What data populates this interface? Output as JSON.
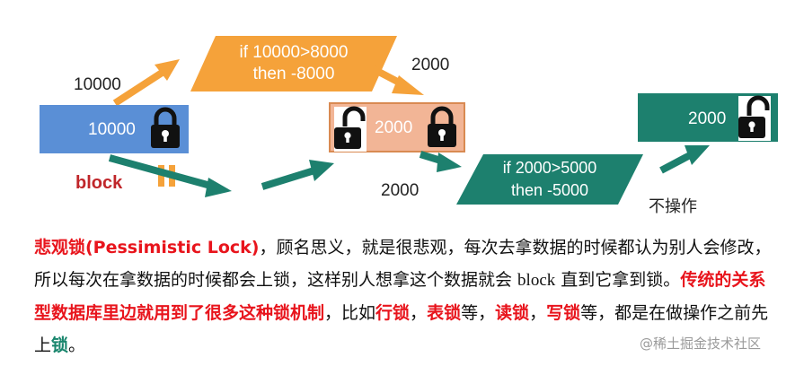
{
  "diagram": {
    "left_value": "10000",
    "left_box_value": "10000",
    "block_label": "block",
    "top_cond_line1": "if 10000>8000",
    "top_cond_line2": "then -8000",
    "middle_in_value": "2000",
    "middle_box_value": "2000",
    "bottom_left_value": "2000",
    "bottom_cond_line1": "if 2000>5000",
    "bottom_cond_line2": "then -5000",
    "right_box_value": "2000",
    "no_op_label": "不操作"
  },
  "text": {
    "term": "悲观锁(Pessimistic Lock)",
    "p1": "，顾名思义，就是很悲观，每次去拿数据的时候都认为别人会修改，所以每次在拿数据的时候都会上锁，这样别人想拿这个数据就会 ",
    "block_word": "block",
    "p2": " 直到它拿到锁。",
    "highlight": "传统的关系型数据库里边就用到了很多这种锁机制",
    "p3": "，比如",
    "row_lock": "行锁",
    "sep": "，",
    "table_lock": "表锁",
    "p4": "等，",
    "read_lock": "读锁",
    "sep2": "，",
    "write_lock": "写锁",
    "p5": "等，都是在做操作之前先上",
    "lock_word": "锁",
    "end": "。"
  },
  "watermark": "@稀土掘金技术社区",
  "colors": {
    "blue_box": "#5a8fd6",
    "orange": "#f5a23a",
    "peach_box": "#f2b596",
    "peach_border": "#d98a52",
    "teal": "#1d806e",
    "red_text": "#e8141c",
    "green_text": "#18856c"
  }
}
